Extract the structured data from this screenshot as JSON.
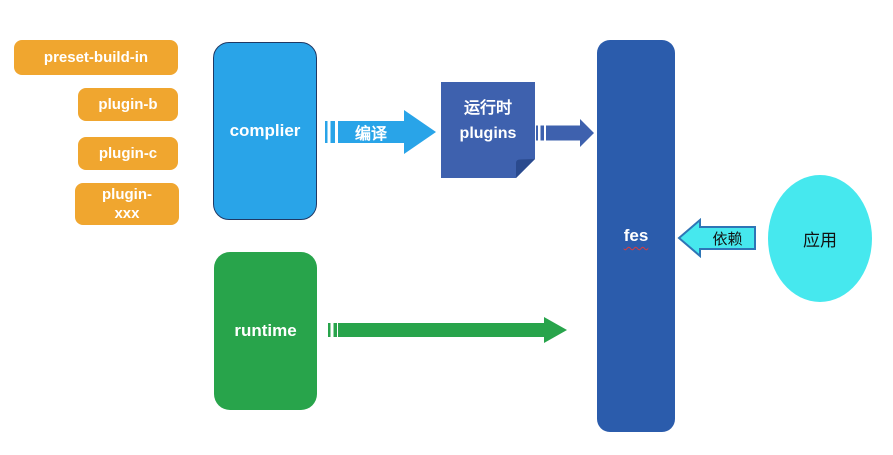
{
  "diagram_title": "fes plugin architecture diagram",
  "plugins": [
    {
      "label": "preset-build-in"
    },
    {
      "label": "plugin-b"
    },
    {
      "label": "plugin-c"
    },
    {
      "label": "plugin-\nxxx"
    }
  ],
  "nodes": {
    "complier": "complier",
    "runtime": "runtime",
    "runtime_plugins_line1": "运行时",
    "runtime_plugins_line2": "plugins",
    "fes": "fes",
    "app": "应用"
  },
  "arrows": {
    "compile_label": "编译",
    "depend_label": "依赖"
  },
  "colors": {
    "plugin_orange": "#F0A62F",
    "complier_sky_blue": "#29A4E8",
    "complier_border": "#1F3864",
    "runtime_green": "#28A44B",
    "note_royal_blue": "#3E61AE",
    "note_fold_dark": "#2A4A8E",
    "fes_dark_blue": "#2B5CAC",
    "app_cyan": "#46E8EE",
    "depend_arrow_border": "#2E75B6",
    "fes_squiggle_red": "#e03a3a"
  }
}
